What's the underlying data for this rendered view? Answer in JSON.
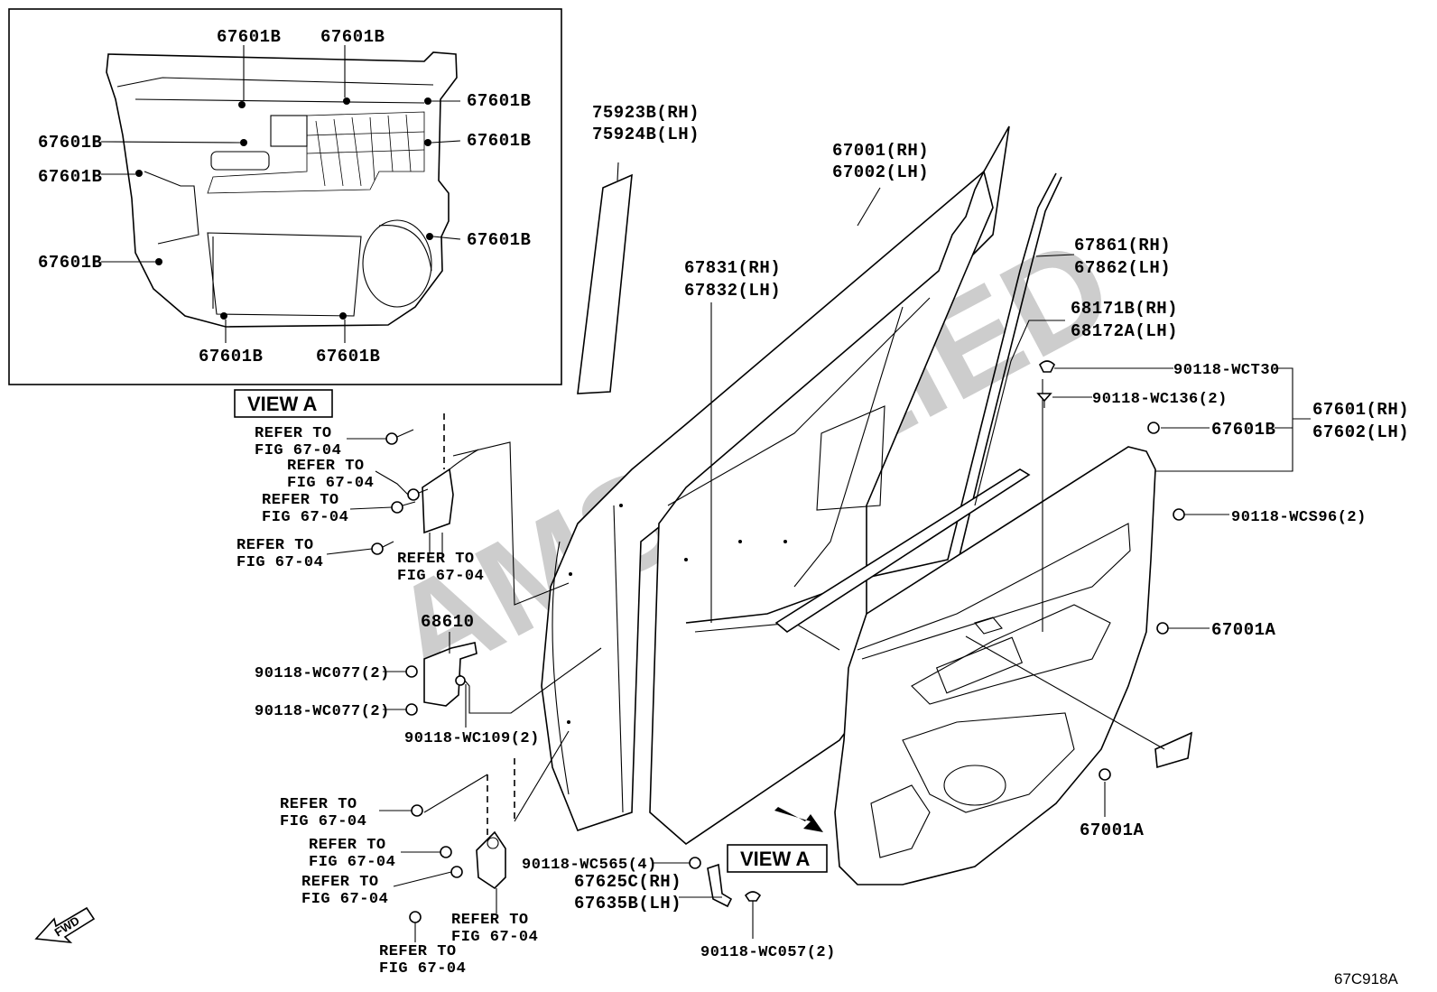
{
  "watermark": "AMSALLIED",
  "diagram_code": "67C918A",
  "inset": {
    "labels": {
      "top_left": "67601B",
      "top_right": "67601B",
      "right_1": "67601B",
      "right_2": "67601B",
      "right_3": "67601B",
      "left_1": "67601B",
      "left_2": "67601B",
      "left_3": "67601B",
      "bottom_left": "67601B",
      "bottom_right": "67601B"
    }
  },
  "view_a": {
    "title": "VIEW A",
    "refs": [
      {
        "line1": "REFER TO",
        "line2": "FIG 67-04"
      },
      {
        "line1": "REFER TO",
        "line2": "FIG 67-04"
      },
      {
        "line1": "REFER TO",
        "line2": "FIG 67-04"
      },
      {
        "line1": "REFER TO",
        "line2": "FIG 67-04"
      },
      {
        "line1": "REFER TO",
        "line2": "FIG 67-04"
      }
    ]
  },
  "lower_refs": [
    {
      "line1": "REFER TO",
      "line2": "FIG 67-04"
    },
    {
      "line1": "REFER TO",
      "line2": "FIG 67-04"
    },
    {
      "line1": "REFER TO",
      "line2": "FIG 67-04"
    },
    {
      "line1": "REFER TO",
      "line2": "FIG 67-04"
    },
    {
      "line1": "REFER TO",
      "line2": "FIG 67-04"
    }
  ],
  "parts": {
    "p75923": {
      "rh": "75923B(RH)",
      "lh": "75924B(LH)"
    },
    "p67001": {
      "rh": "67001(RH)",
      "lh": "67002(LH)"
    },
    "p67861": {
      "rh": "67861(RH)",
      "lh": "67862(LH)"
    },
    "p67831": {
      "rh": "67831(RH)",
      "lh": "67832(LH)"
    },
    "p68171": {
      "rh": "68171B(RH)",
      "lh": "68172A(LH)"
    },
    "p67601": {
      "rh": "67601(RH)",
      "lh": "67602(LH)"
    },
    "p67625": {
      "rh": "67625C(RH)",
      "lh": "67635B(LH)"
    },
    "wct30": "90118-WCT30",
    "wc136": "90118-WC136(2)",
    "b67601": "67601B",
    "wcs96": "90118-WCS96(2)",
    "a67001_right": "67001A",
    "a67001_bottom": "67001A",
    "hinge_68610": "68610",
    "wc077_a": "90118-WC077(2)",
    "wc077_b": "90118-WC077(2)",
    "wc109": "90118-WC109(2)",
    "wc565": "90118-WC565(4)",
    "wc057": "90118-WC057(2)"
  },
  "view_a_marker": "VIEW A",
  "fwd": "FWD"
}
